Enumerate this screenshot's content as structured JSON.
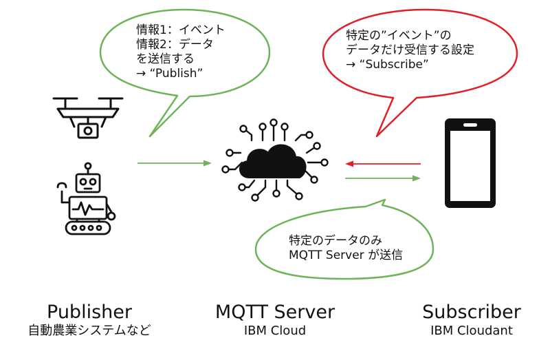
{
  "bubbles": {
    "publish": {
      "lines": [
        "情報1：イベント",
        "情報2：データ",
        "を送信する",
        "→ “Publish”"
      ],
      "border_color": "#6db35a"
    },
    "subscribe": {
      "lines": [
        "特定の”イベント”の",
        "データだけ受信する設定",
        "→ “Subscribe”"
      ],
      "border_color": "#e21f26"
    },
    "send": {
      "lines": [
        "特定のデータのみ",
        "MQTT Server が送信"
      ],
      "border_color": "#6db35a"
    }
  },
  "columns": {
    "publisher": {
      "title": "Publisher",
      "subtitle": "自動農業システムなど"
    },
    "server": {
      "title": "MQTT Server",
      "subtitle": "IBM Cloud"
    },
    "subscriber": {
      "title": "Subscriber",
      "subtitle": "IBM Cloudant"
    }
  },
  "arrows": {
    "publish_color": "#6db35a",
    "subscribe_color": "#e21f26",
    "deliver_color": "#6db35a"
  },
  "icons": [
    "drone-icon",
    "robot-icon",
    "cloud-network-icon",
    "smartphone-icon"
  ]
}
